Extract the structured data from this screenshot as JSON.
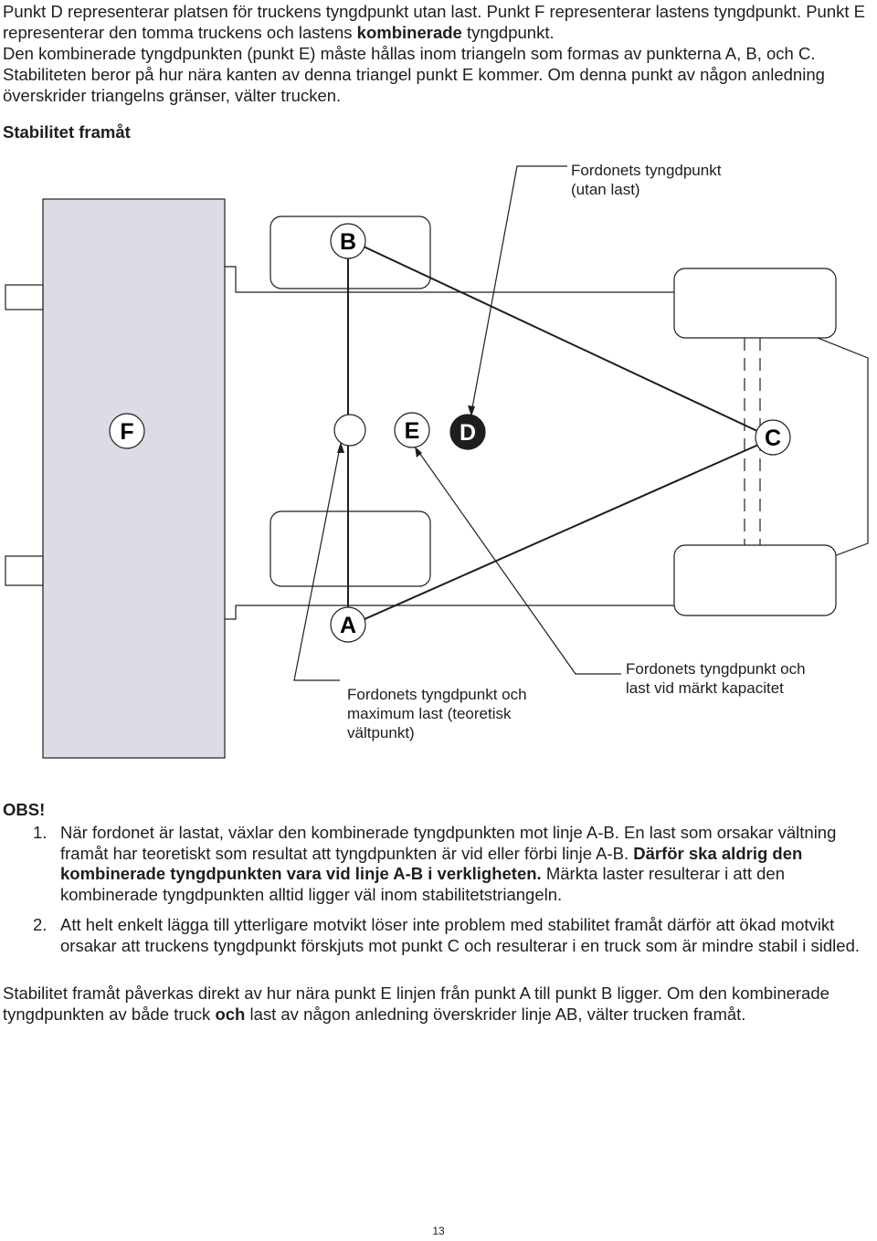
{
  "intro": {
    "p1": "Punkt D representerar platsen för truckens tyngdpunkt utan last.  Punkt F representerar lastens tyngdpunkt.  Punkt E representerar den tomma truckens och lastens ",
    "p1_bold": "kombinerade",
    "p1_end": " tyngdpunkt.",
    "p2": "Den kombinerade tyngdpunkten (punkt E) måste hållas inom triangeln som formas av punkterna A, B, och C. Stabiliteten beror på hur nära kanten av denna triangel punkt E kommer.  Om denna punkt av någon anledning överskrider triangelns gränser, välter trucken."
  },
  "section_title": "Stabilitet framåt",
  "diagram": {
    "points": {
      "A": "A",
      "B": "B",
      "C": "C",
      "D": "D",
      "E": "E",
      "F": "F"
    },
    "callouts": {
      "top_line1": "Fordonets tyngdpunkt",
      "top_line2": "(utan last)",
      "bottom_left_line1": "Fordonets tyngdpunkt och",
      "bottom_left_line2": "maximum last (teoretisk",
      "bottom_left_line3": "vältpunkt)",
      "bottom_right_line1": "Fordonets tyngdpunkt och",
      "bottom_right_line2": "last vid märkt kapacitet"
    },
    "colors": {
      "load_fill": "#dcdde4",
      "line": "#1e1e1e",
      "point_d_fill": "#1e1e1e"
    }
  },
  "note": {
    "title": "OBS!",
    "items": [
      {
        "number": "1.",
        "text_a": "När fordonet är lastat, växlar den kombinerade tyngdpunkten mot linje A-B. En last som orsakar vältning framåt har teoretiskt som resultat att tyngdpunkten är vid eller förbi linje A-B. ",
        "text_bold": "Därför ska aldrig den kombinerade tyngdpunkten vara vid linje A-B i verkligheten.",
        "text_b": " Märkta laster resulterar i att den kombinerade tyngdpunkten alltid ligger väl inom stabilitetstriangeln."
      },
      {
        "number": "2.",
        "text": "Att helt enkelt lägga till ytterligare motvikt löser inte problem med stabilitet framåt därför att ökad motvikt orsakar att truckens tyngdpunkt förskjuts mot punkt C och resulterar i en truck som är mindre stabil i sidled."
      }
    ]
  },
  "closing": {
    "text_a": "Stabilitet framåt påverkas direkt av hur nära punkt E linjen från punkt A till punkt B ligger.  Om den kombinerade tyngdpunkten av både truck ",
    "text_bold": "och",
    "text_b": " last av någon anledning överskrider linje AB, välter trucken framåt."
  },
  "page_number": "13"
}
